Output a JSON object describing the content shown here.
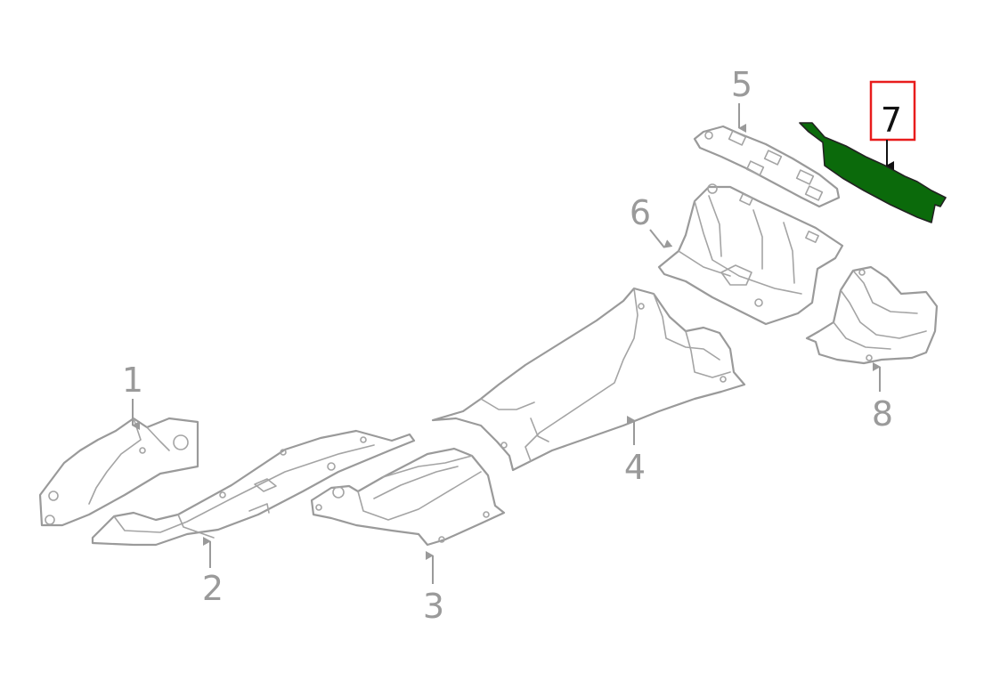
{
  "colors": {
    "outline": "#9a9a9a",
    "label": "#9a9a9a",
    "highlight_fill": "#0b6a0b",
    "highlight_label": "#111111",
    "highlight_box": "#e81c1c"
  },
  "callouts": [
    {
      "id": "1",
      "label": "1",
      "highlighted": false
    },
    {
      "id": "2",
      "label": "2",
      "highlighted": false
    },
    {
      "id": "3",
      "label": "3",
      "highlighted": false
    },
    {
      "id": "4",
      "label": "4",
      "highlighted": false
    },
    {
      "id": "5",
      "label": "5",
      "highlighted": false
    },
    {
      "id": "6",
      "label": "6",
      "highlighted": false
    },
    {
      "id": "7",
      "label": "7",
      "highlighted": true
    },
    {
      "id": "8",
      "label": "8",
      "highlighted": false
    }
  ]
}
